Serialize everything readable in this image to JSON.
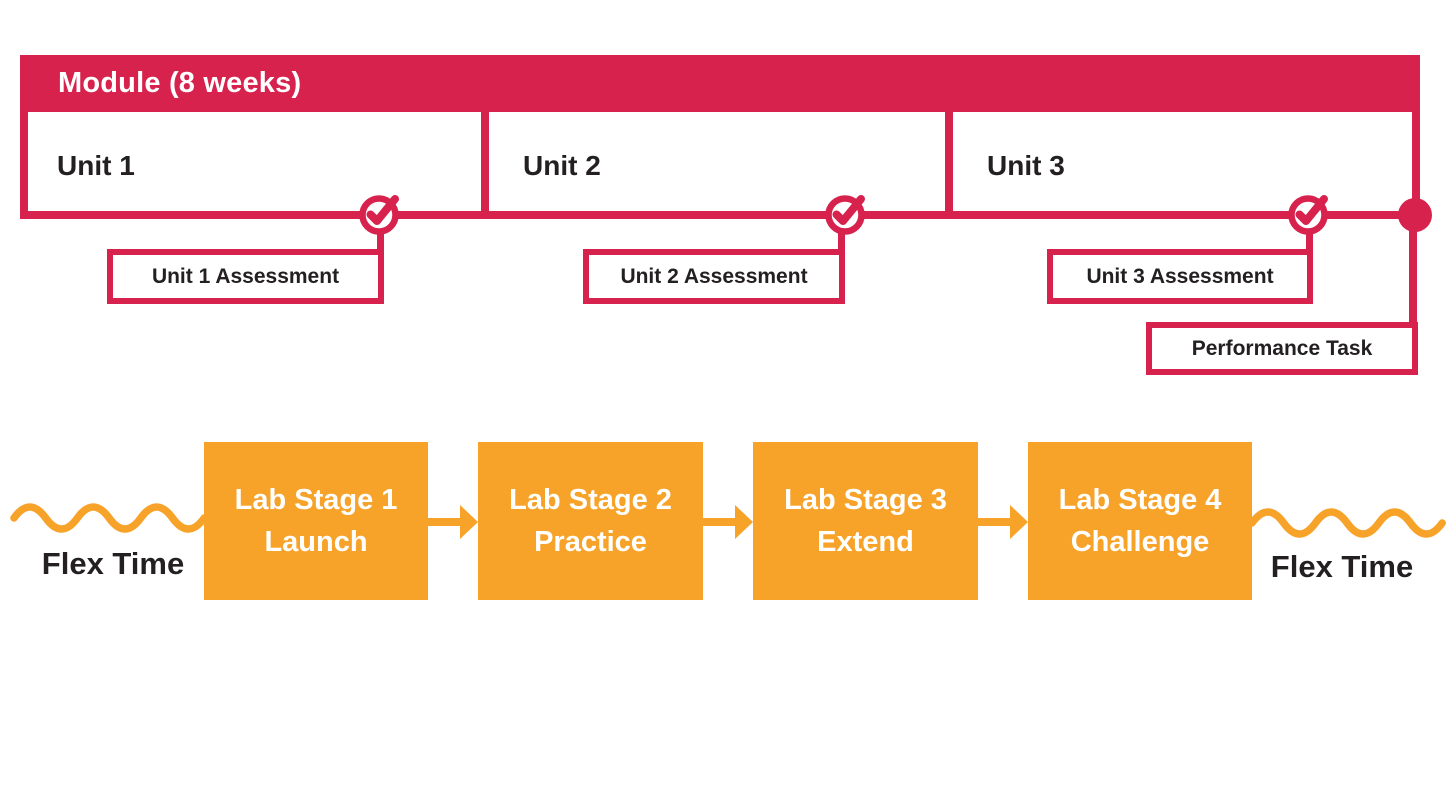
{
  "module": {
    "banner_label": "Module (8 weeks)",
    "units": [
      {
        "label": "Unit 1",
        "assessment_label": "Unit 1 Assessment"
      },
      {
        "label": "Unit 2",
        "assessment_label": "Unit 2 Assessment"
      },
      {
        "label": "Unit 3",
        "assessment_label": "Unit 3 Assessment"
      }
    ],
    "performance_task_label": "Performance Task"
  },
  "lab_flow": {
    "flex_time_left_label": "Flex Time",
    "flex_time_right_label": "Flex Time",
    "stages": [
      {
        "line1": "Lab Stage 1",
        "line2": "Launch"
      },
      {
        "line1": "Lab Stage 2",
        "line2": "Practice"
      },
      {
        "line1": "Lab Stage 3",
        "line2": "Extend"
      },
      {
        "line1": "Lab Stage 4",
        "line2": "Challenge"
      }
    ]
  },
  "icons": {
    "unit_milestone": "check-circle-icon",
    "module_end": "end-dot-icon",
    "stage_transition": "arrow-right-icon",
    "flex_time": "squiggle-wave-icon"
  },
  "colors": {
    "crimson": "#D7224D",
    "orange": "#F7A32A",
    "text_dark": "#242021",
    "box_fill": "#FFFFFF",
    "background": "#FFFFFF"
  }
}
